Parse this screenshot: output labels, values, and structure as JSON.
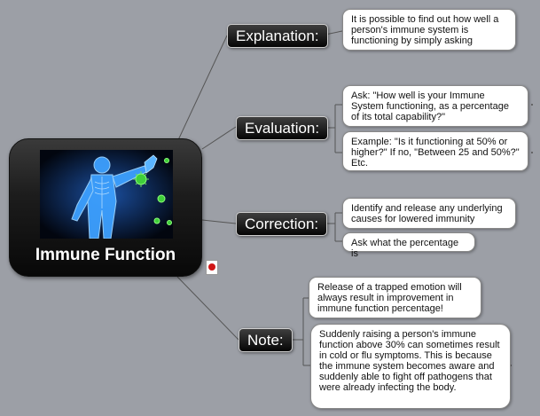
{
  "central": {
    "title": "Immune Function",
    "image_icon": "human-body-anatomy-with-virus-icon"
  },
  "branches": [
    {
      "label": "Explanation:",
      "notes": [
        "It is possible to find out how well a person's immune system is functioning by simply asking"
      ]
    },
    {
      "label": "Evaluation:",
      "notes": [
        "Ask: \"How well is your Immune System functioning, as a percentage of its total capability?\"",
        "Example: \"Is it functioning at 50% or higher?\" If no, \"Between 25 and 50%?\" Etc."
      ]
    },
    {
      "label": "Correction:",
      "notes": [
        "Identify and release any underlying causes for lowered immunity",
        "Ask what the percentage is"
      ]
    },
    {
      "label": "Note:",
      "notes": [
        "Release of a trapped emotion will always result in improvement in immune function percentage!",
        "Suddenly raising a person's immune function above 30% can sometimes result in cold or flu symptoms. This is because the immune system becomes aware and suddenly able to fight off pathogens that were already infecting the body."
      ]
    }
  ],
  "attachment_icon": "pdf-icon",
  "colors": {
    "background": "#9c9fa6",
    "node_dark": "#0a0a0a",
    "card_bg": "#ffffff",
    "connector": "#555555"
  }
}
